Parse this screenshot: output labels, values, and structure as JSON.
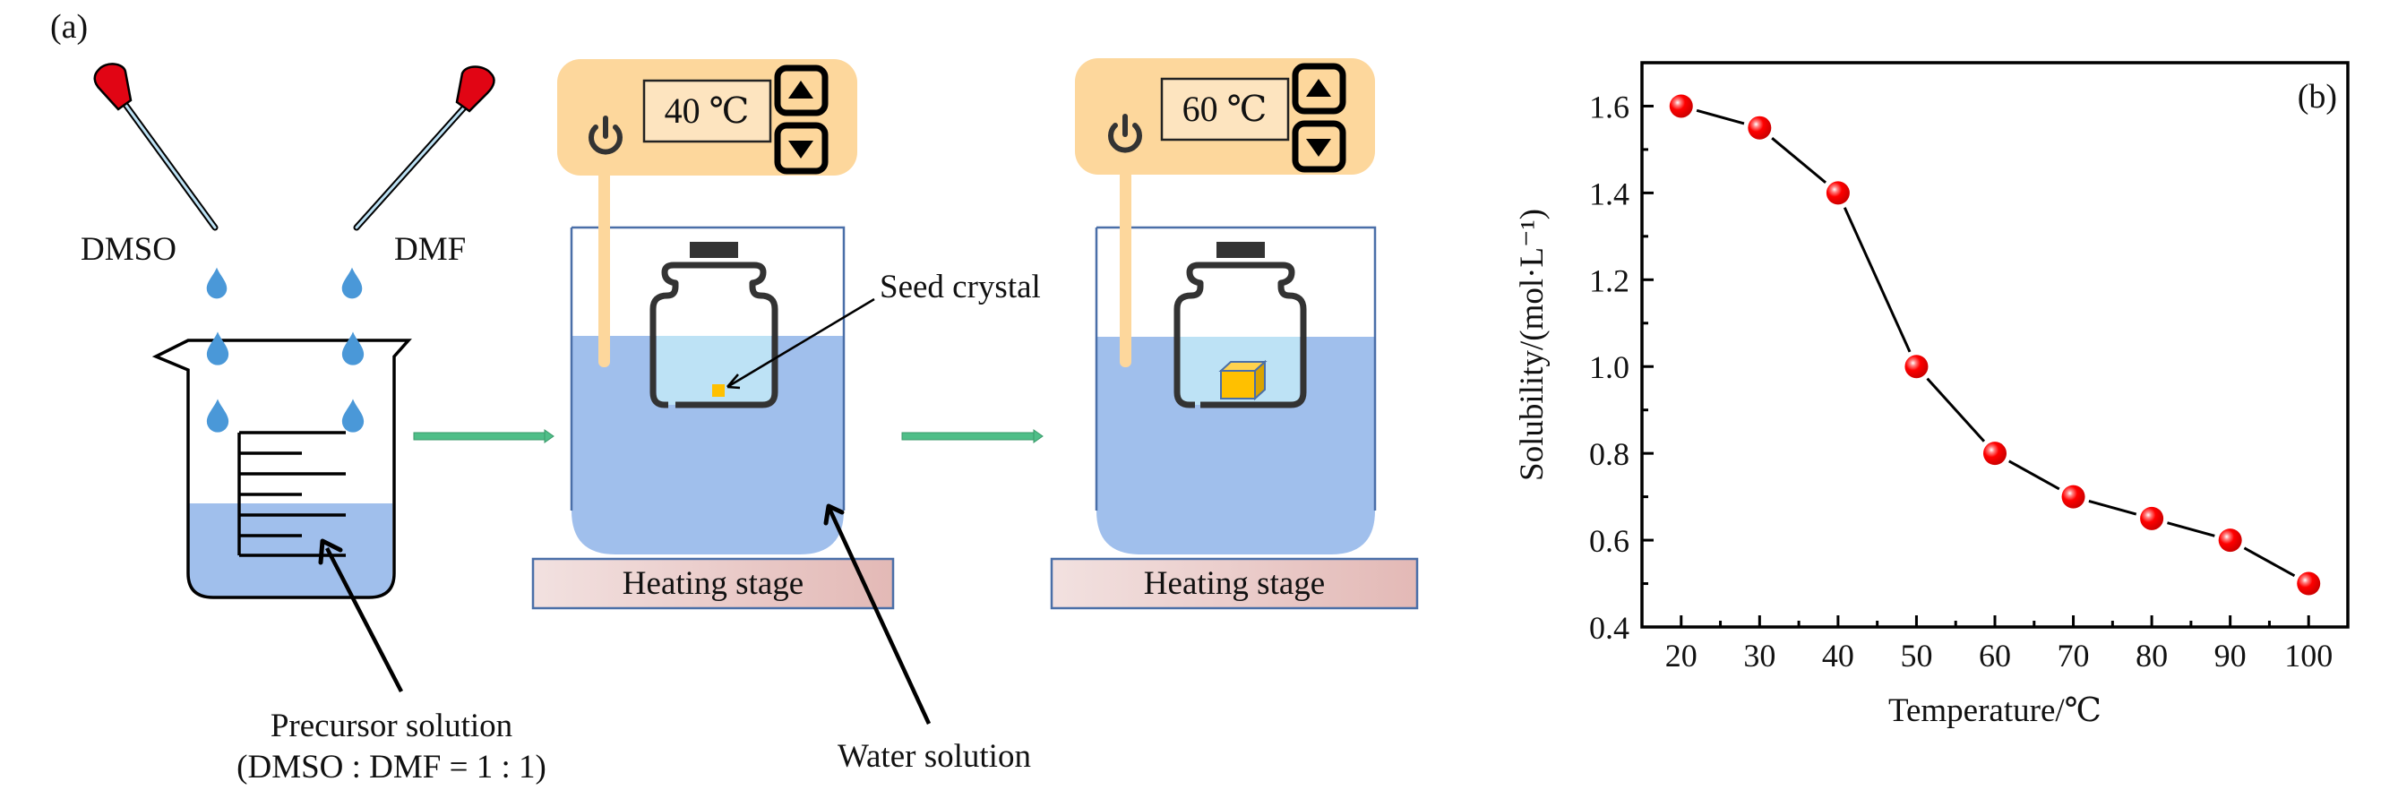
{
  "figure": {
    "panel_a_label": "(a)",
    "panel_b_label": "(b)"
  },
  "diagram": {
    "pipettes": [
      {
        "label": "DMSO"
      },
      {
        "label": "DMF"
      }
    ],
    "beaker_label_line1": "Precursor solution",
    "beaker_label_line2": "(DMSO : DMF = 1 : 1)",
    "seed_crystal_label": "Seed crystal",
    "water_solution_label": "Water solution",
    "stages": [
      {
        "controller_display": "40 ℃",
        "heating_stage_label": "Heating stage",
        "crystal": "seed"
      },
      {
        "controller_display": "60 ℃",
        "heating_stage_label": "Heating stage",
        "crystal": "grown"
      }
    ],
    "icons": {
      "power": "power-icon",
      "up": "triangle-up-icon",
      "down": "triangle-down-icon",
      "drop": "water-drop-icon",
      "flow_arrow": "right-arrow-icon"
    },
    "colors": {
      "controller": "#fdd79c",
      "display": "#fde4bf",
      "water": "#a0bfec",
      "vial_liquid": "#bde2f5",
      "drop": "#4a98d8",
      "flow_arrow": "#4fbe88",
      "pipette_bulb": "#e10514",
      "crystal": "#ffc000",
      "stage_from": "#f2e1e0",
      "stage_to": "#e3b9b6",
      "marker": "#ee0000"
    }
  },
  "chart_data": {
    "type": "line",
    "title": "",
    "xlabel": "Temperature/℃",
    "ylabel": "Solubility/(mol·L⁻¹)",
    "x": [
      20,
      30,
      40,
      50,
      60,
      70,
      80,
      90,
      100
    ],
    "series": [
      {
        "name": "Solubility",
        "values": [
          1.6,
          1.55,
          1.4,
          1.0,
          0.8,
          0.7,
          0.65,
          0.6,
          0.5
        ],
        "marker": "sphere",
        "color": "#ee0000"
      }
    ],
    "xlim": [
      15,
      105
    ],
    "ylim": [
      0.4,
      1.7
    ],
    "xticks": [
      20,
      30,
      40,
      50,
      60,
      70,
      80,
      90,
      100
    ],
    "xtick_labels": [
      "20",
      "30",
      "40",
      "50",
      "60",
      "70",
      "80",
      "90",
      "100"
    ],
    "yticks": [
      0.4,
      0.6,
      0.8,
      1.0,
      1.2,
      1.4,
      1.6
    ],
    "ytick_labels": [
      "0.4",
      "0.6",
      "0.8",
      "1.0",
      "1.2",
      "1.4",
      "1.6"
    ],
    "grid": false,
    "legend": "none",
    "annotation": "(b)"
  }
}
